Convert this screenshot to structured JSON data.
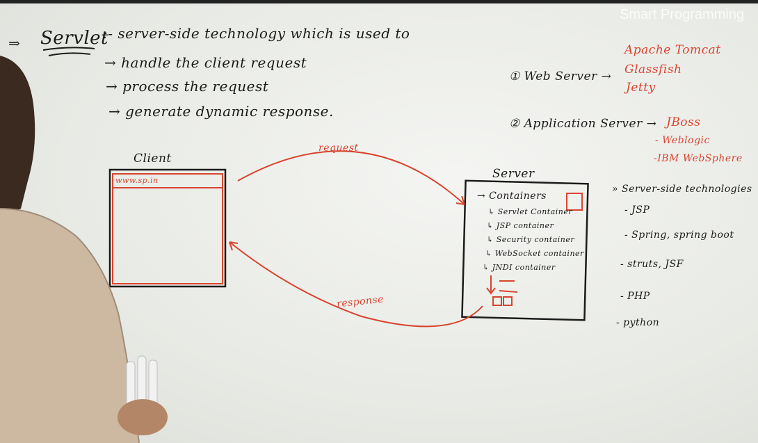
{
  "watermark": "Smart Programming",
  "heading": {
    "arrow": "⇒",
    "title": "Servlet",
    "definition": ":- server-side technology which is used to",
    "points": [
      "→ handle the client request",
      "→ process the request",
      "→ generate dynamic response."
    ]
  },
  "web_servers": {
    "label": "① Web Server →",
    "items": [
      "Apache Tomcat",
      "Glassfish",
      "Jetty"
    ]
  },
  "application_servers": {
    "label": "② Application Server →",
    "items": [
      "JBoss",
      "- Weblogic",
      "-IBM WebSphere"
    ]
  },
  "diagram": {
    "client_label": "Client",
    "url": "www.sp.in",
    "request_label": "request",
    "response_label": "response",
    "server_label": "Server",
    "containers_label": "→ Containers",
    "containers": [
      "↳ Servlet Container",
      "↳ JSP container",
      "↳ Security container",
      "↳ WebSocket container",
      "↳ JNDI container"
    ]
  },
  "server_side": {
    "title": "» Server-side technologies",
    "items": [
      "- JSP",
      "- Spring, spring boot",
      "- struts, JSF",
      "- PHP",
      "- python"
    ]
  }
}
